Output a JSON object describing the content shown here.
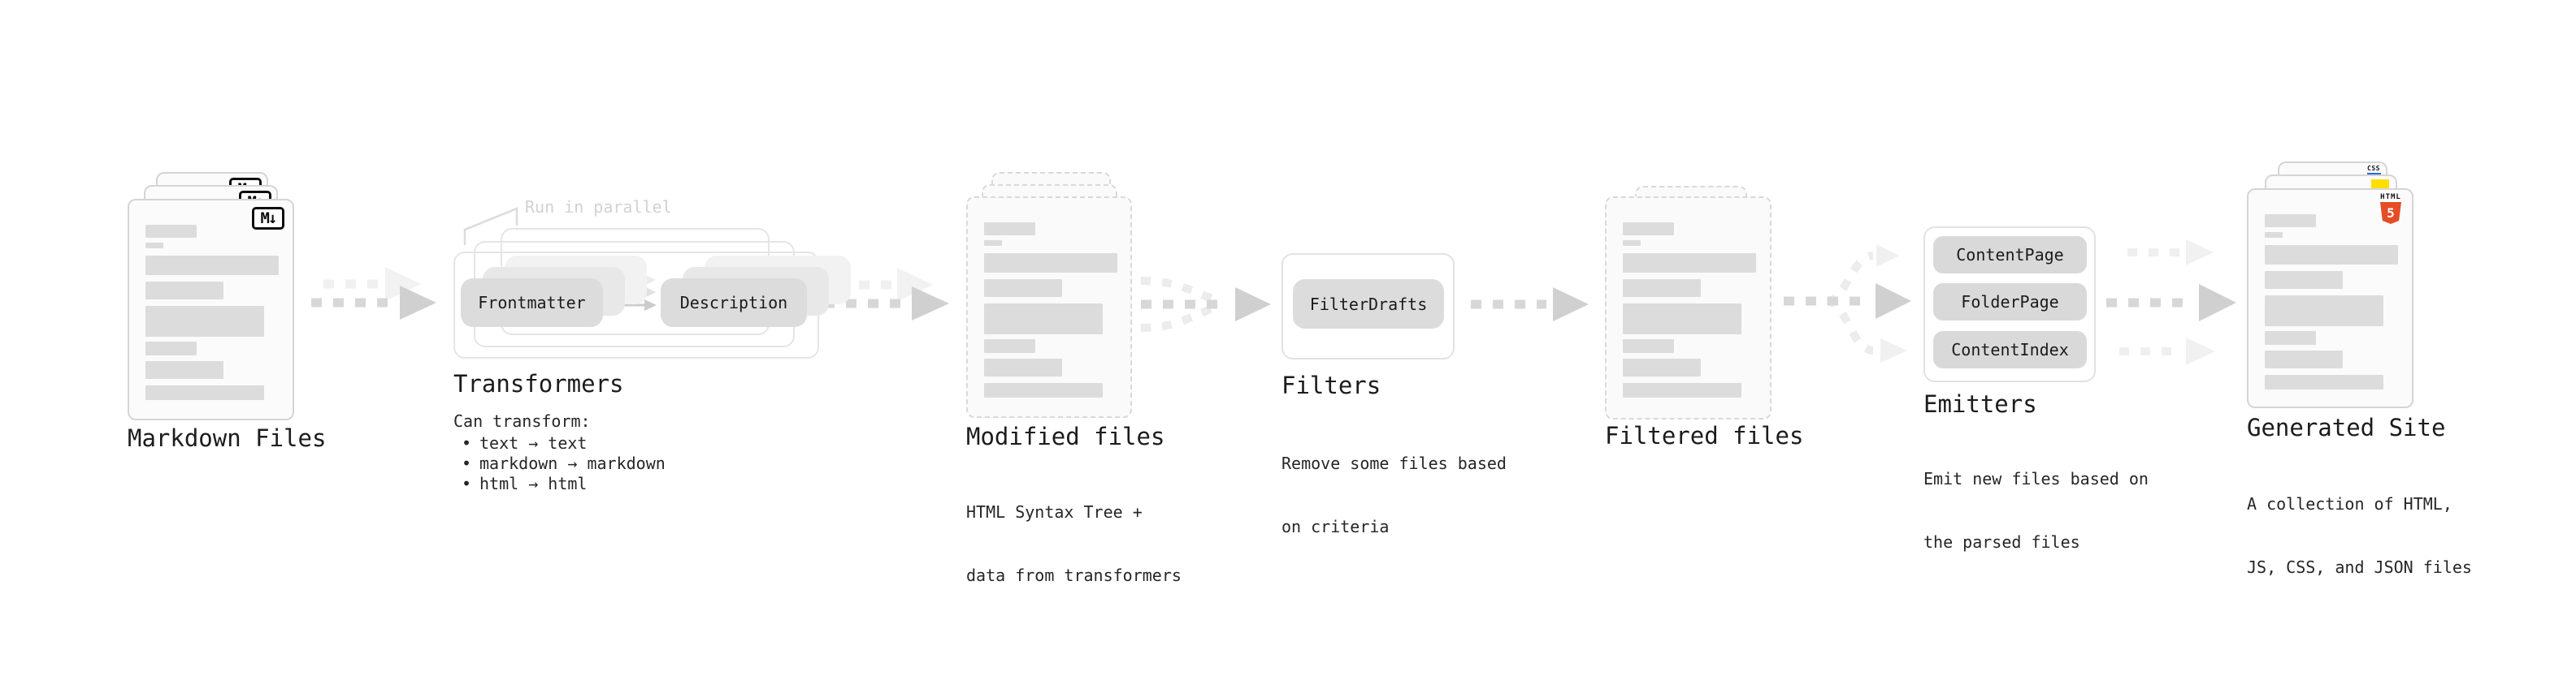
{
  "glyphs": {
    "bullet": "•"
  },
  "stages": {
    "markdown_files": {
      "label": "Markdown Files",
      "icon_text": "M↓"
    },
    "transformers": {
      "label": "Transformers",
      "annotation": "Run in parallel",
      "pill_left": "Frontmatter",
      "pill_right": "Description",
      "desc_title": "Can transform:",
      "bullets": [
        "text → text",
        "markdown → markdown",
        "html → html"
      ]
    },
    "modified_files": {
      "label": "Modified files",
      "desc_line1": "HTML Syntax Tree +",
      "desc_line2": "data from transformers"
    },
    "filters": {
      "label": "Filters",
      "pill": "FilterDrafts",
      "desc_line1": "Remove some files based",
      "desc_line2": "on criteria"
    },
    "filtered_files": {
      "label": "Filtered files"
    },
    "emitters": {
      "label": "Emitters",
      "pills": [
        "ContentPage",
        "FolderPage",
        "ContentIndex"
      ],
      "desc_line1": "Emit new files based on",
      "desc_line2": "the parsed files"
    },
    "generated_site": {
      "label": "Generated Site",
      "desc_line1": "A collection of HTML,",
      "desc_line2": "JS, CSS, and JSON files",
      "html_badge_top": "HTML",
      "html_badge_number": "5",
      "css_badge": "CSS"
    }
  },
  "colors": {
    "doc_border": "#d5d5d5",
    "doc_fill": "#fbfbfb",
    "skeleton_bar": "#dcdcdc",
    "pill_fill": "#dcdcdc",
    "frame_border": "#e3e3e3",
    "arrow_dark": "#d7d7d7",
    "arrow_dark_head": "#d0d0d0",
    "arrow_light": "#efefef",
    "annotation_gray": "#d2d2d2",
    "text": "#1c1c1e",
    "html5_orange": "#e44d26",
    "js_yellow": "#ffdf00",
    "css_blue": "#1d6de3"
  }
}
